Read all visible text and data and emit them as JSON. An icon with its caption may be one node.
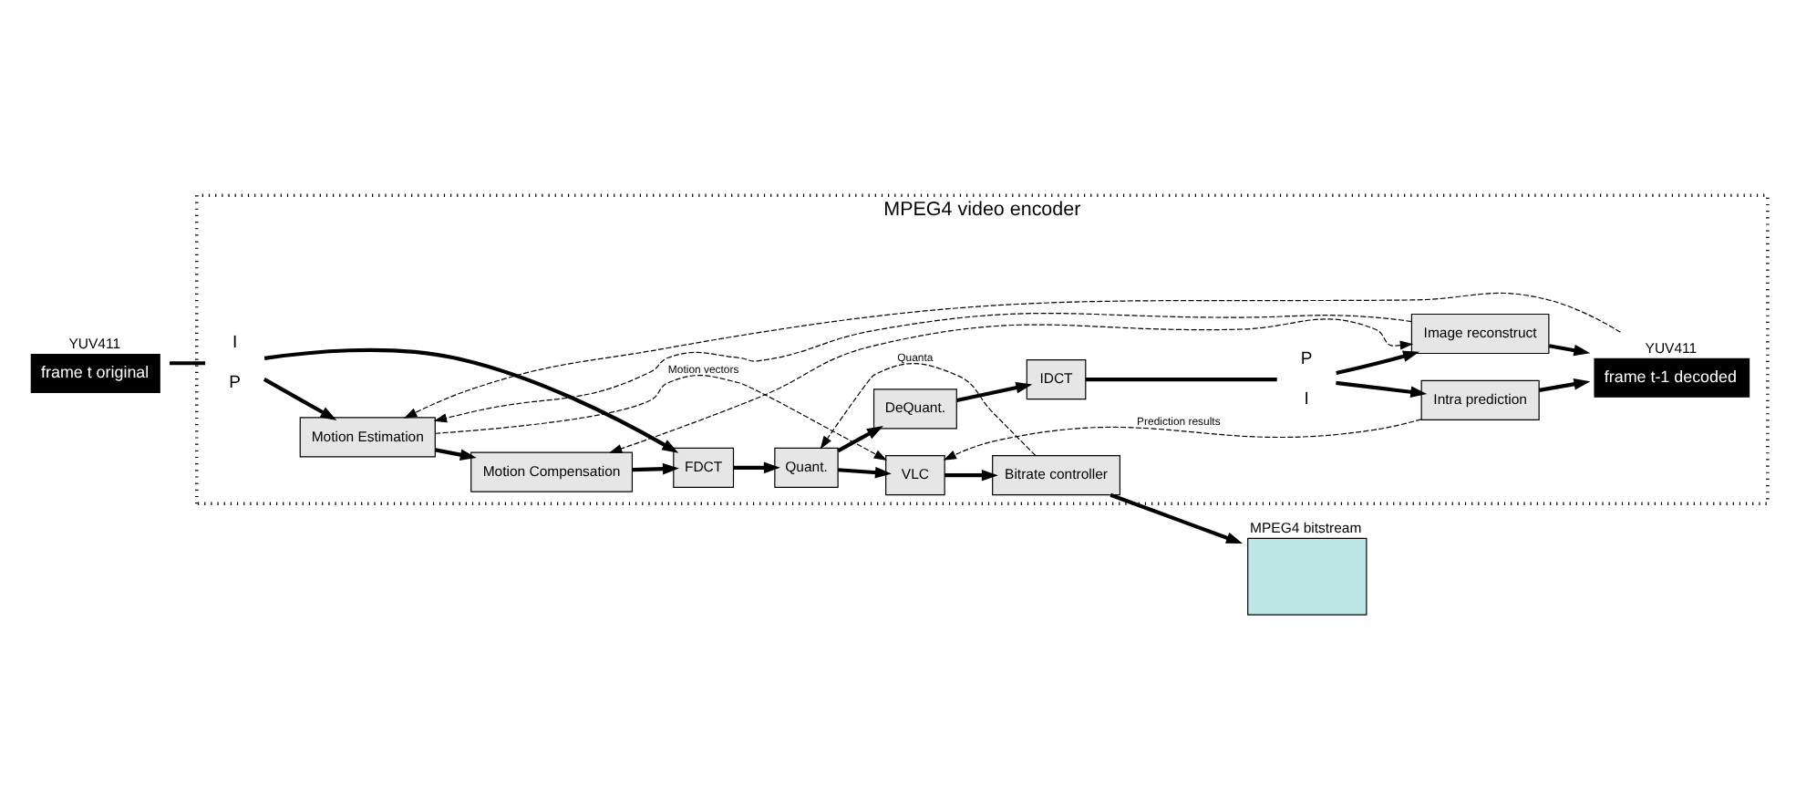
{
  "diagram": {
    "nodes": [
      {
        "text": [
          "MPEG4 video encoder"
        ]
      },
      {
        "text": [
          "frame t original"
        ],
        "beside": [
          "YUV411"
        ]
      },
      {
        "text": [],
        "shape": "switch",
        "in": 0,
        "beside": [
          "I",
          "P"
        ]
      },
      {
        "text": [
          "Motion Estimation"
        ],
        "in": 0
      },
      {
        "text": [
          "Motion Compensation"
        ],
        "in": 0
      },
      {
        "text": [
          "FDCT"
        ],
        "in": 0
      },
      {
        "text": [
          "Quant."
        ],
        "in": 0
      },
      {
        "text": [
          "VLC"
        ],
        "in": 0
      },
      {
        "text": [
          "Bitrate controller"
        ],
        "in": 0
      },
      {
        "text": [
          "MPEG4 bitstream"
        ]
      },
      {
        "text": [
          "Image reconstruct"
        ],
        "in": 0
      },
      {
        "text": [
          "Intra prediction"
        ],
        "in": 0
      },
      {
        "text": [],
        "shape": "switch",
        "in": 0,
        "beside": [
          "P",
          "I"
        ]
      },
      {
        "text": [
          "IDCT"
        ],
        "in": 0
      },
      {
        "text": [
          "DeQuant."
        ],
        "in": 0
      },
      {
        "text": [
          "frame t-1 decoded"
        ],
        "in": 0,
        "beside": [
          "YUV411"
        ]
      }
    ],
    "edges": [
      {
        "from": 1,
        "to": 2,
        "arrow": "none"
      },
      {
        "from": 2,
        "to": 3,
        "arrow": "to"
      },
      {
        "from": 2,
        "to": 5,
        "arrow": "to"
      },
      {
        "from": 3,
        "to": 4,
        "arrow": "to"
      },
      {
        "from": 4,
        "to": 5,
        "arrow": "to"
      },
      {
        "from": 5,
        "to": 6,
        "arrow": "to"
      },
      {
        "from": 6,
        "to": 7,
        "arrow": "to"
      },
      {
        "from": 7,
        "to": 8,
        "arrow": "to"
      },
      {
        "from": 8,
        "to": 9,
        "arrow": "to"
      },
      {
        "from": 3,
        "to": 7,
        "arrow": "to",
        "style": "dashed",
        "label": "Motion vectors"
      },
      {
        "from": 8,
        "to": 6,
        "arrow": "to",
        "style": "dashed",
        "label": "Quanta"
      },
      {
        "from": 6,
        "to": 14,
        "arrow": "to"
      },
      {
        "from": 14,
        "to": 13,
        "arrow": "to"
      },
      {
        "from": 13,
        "to": 12,
        "arrow": "none"
      },
      {
        "from": 12,
        "to": 10,
        "arrow": "to"
      },
      {
        "from": 12,
        "to": 11,
        "arrow": "to"
      },
      {
        "from": 10,
        "to": 15,
        "arrow": "to"
      },
      {
        "from": 11,
        "to": 15,
        "arrow": "to"
      },
      {
        "from": 15,
        "to": 3,
        "arrow": "to",
        "style": "dashed"
      },
      {
        "from": 10,
        "to": 3,
        "arrow": "to",
        "style": "dashed"
      },
      {
        "from": 10,
        "to": 4,
        "arrow": "both",
        "style": "dashed"
      },
      {
        "from": 11,
        "to": 7,
        "arrow": "to",
        "style": "dashed",
        "label": "Prediction results"
      }
    ]
  }
}
